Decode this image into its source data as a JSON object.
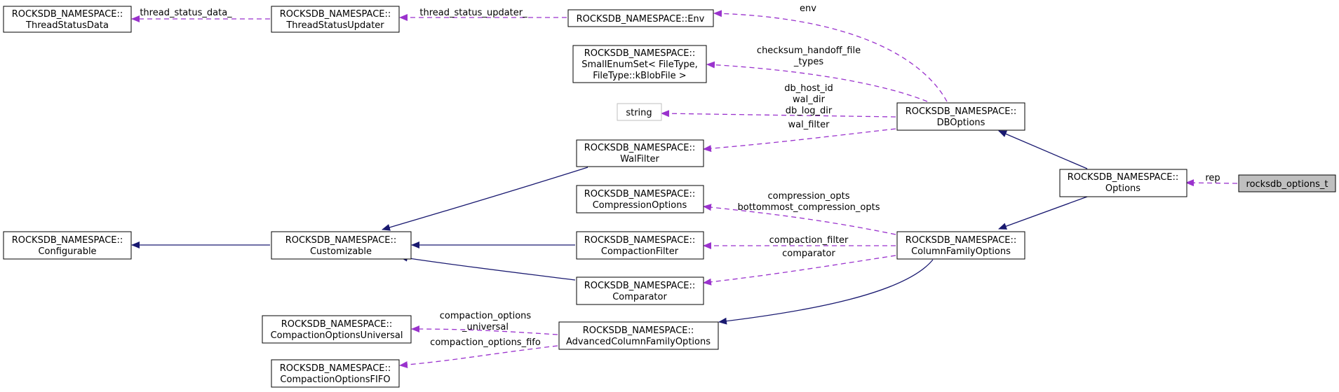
{
  "nodes": {
    "thread_status_data": [
      "ROCKSDB_NAMESPACE::",
      "ThreadStatusData"
    ],
    "thread_status_updater": [
      "ROCKSDB_NAMESPACE::",
      "ThreadStatusUpdater"
    ],
    "env": [
      "ROCKSDB_NAMESPACE::Env"
    ],
    "small_enum_set": [
      "ROCKSDB_NAMESPACE::",
      "SmallEnumSet< FileType,",
      "FileType::kBlobFile >"
    ],
    "string": [
      "string"
    ],
    "db_options": [
      "ROCKSDB_NAMESPACE::",
      "DBOptions"
    ],
    "wal_filter": [
      "ROCKSDB_NAMESPACE::",
      "WalFilter"
    ],
    "options": [
      "ROCKSDB_NAMESPACE::",
      "Options"
    ],
    "rocksdb_options_t": [
      "rocksdb_options_t"
    ],
    "compression_options": [
      "ROCKSDB_NAMESPACE::",
      "CompressionOptions"
    ],
    "configurable": [
      "ROCKSDB_NAMESPACE::",
      "Configurable"
    ],
    "customizable": [
      "ROCKSDB_NAMESPACE::",
      "Customizable"
    ],
    "compaction_filter": [
      "ROCKSDB_NAMESPACE::",
      "CompactionFilter"
    ],
    "column_family_options": [
      "ROCKSDB_NAMESPACE::",
      "ColumnFamilyOptions"
    ],
    "comparator": [
      "ROCKSDB_NAMESPACE::",
      "Comparator"
    ],
    "compaction_options_universal": [
      "ROCKSDB_NAMESPACE::",
      "CompactionOptionsUniversal"
    ],
    "advanced_cf_options": [
      "ROCKSDB_NAMESPACE::",
      "AdvancedColumnFamilyOptions"
    ],
    "compaction_options_fifo": [
      "ROCKSDB_NAMESPACE::",
      "CompactionOptionsFIFO"
    ]
  },
  "edge_labels": {
    "thread_status_data": [
      "thread_status_data_"
    ],
    "thread_status_updater": [
      "thread_status_updater_"
    ],
    "env": [
      "env"
    ],
    "checksum_handoff": [
      "checksum_handoff_file",
      "_types"
    ],
    "string_members": [
      "db_host_id",
      "wal_dir",
      "db_log_dir"
    ],
    "wal_filter": [
      "wal_filter"
    ],
    "rep": [
      "rep"
    ],
    "compression": [
      "compression_opts",
      "bottommost_compression_opts"
    ],
    "compaction_filter": [
      "compaction_filter"
    ],
    "comparator": [
      "comparator"
    ],
    "compaction_universal": [
      "compaction_options",
      "_universal"
    ],
    "compaction_fifo": [
      "compaction_options_fifo"
    ]
  },
  "colors": {
    "inheritance": "#191970",
    "member": "#9a32cd",
    "focus_fill": "#bfbfbf"
  }
}
